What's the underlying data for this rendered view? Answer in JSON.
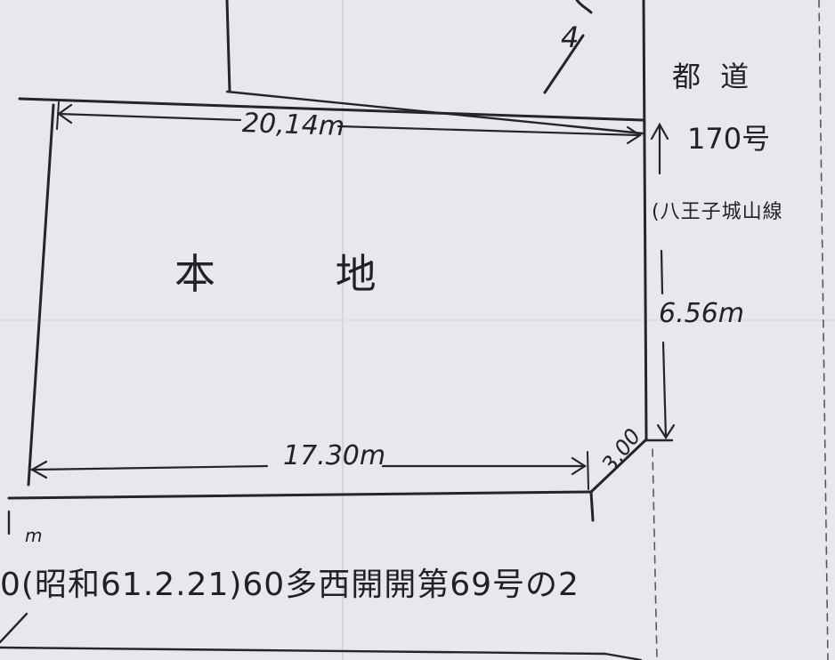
{
  "survey": {
    "top_width": "20,14m",
    "bottom_width": "17.30m",
    "right_height": "6.56m",
    "corner_cut": "3.00",
    "land_label": "本 地",
    "road_name": "都 道",
    "road_number": "170号",
    "road_line": "(八王子城山線",
    "bottom_note": "0(昭和61.2.21)60多西開開第69号の2",
    "top_mark": "4",
    "left_edge_mark": "m"
  },
  "colors": {
    "paper": "#e9e6ec",
    "ink": "#222028",
    "dashed": "#5a5760"
  }
}
